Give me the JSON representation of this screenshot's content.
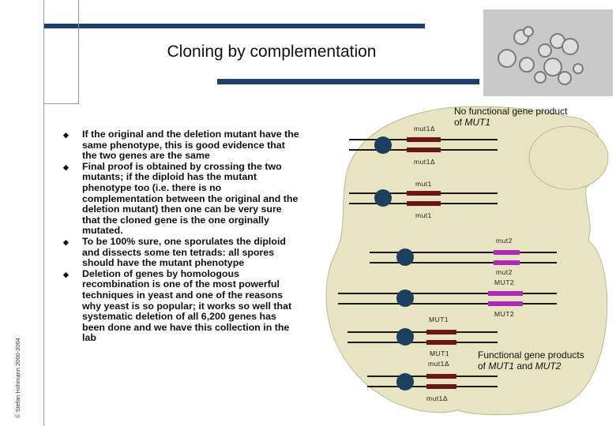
{
  "title": "Cloning by complementation",
  "copyright": "© Stefan Hohmann 2000-2004",
  "bullets": [
    "If the original and the deletion mutant have the same phenotype, this is good evidence that the two genes are the same",
    "Final proof is obtained by crossing the two mutants; if the diploid has the mutant phenotype too (i.e. there is no complementation between the original and the deletion mutant) then one can be very sure that the cloned gene is the one orginally mutated.",
    "To be 100% sure, one sporulates the diploid and dissects some ten tetrads: all spores should have the mutant phenotype",
    "Deletion of genes by homologous recombination is one of the most powerful techniques in yeast and one of the reasons why yeast is so popular; it works so well that systematic deletion of all 6,200 genes has been done and we have this collection in the lab"
  ],
  "annotations": {
    "top_line1": "No functional gene product",
    "top_line2_prefix": "of ",
    "top_line2_gene": "MUT1",
    "bottom_line1": "Functional gene products",
    "bottom_line2_prefix": "of ",
    "bottom_gene1": "MUT1",
    "bottom_and": " and ",
    "bottom_gene2": "MUT2"
  },
  "gene_labels": {
    "top1": "mut1Δ",
    "top2": "mut1Δ",
    "top3": "mut1",
    "top4": "mut1",
    "right1": "mut2",
    "right2": "mut2",
    "right3": "MUT2",
    "right4": "MUT2",
    "mid1": "MUT1",
    "mid2": "MUT1",
    "mid3": "mut1Δ",
    "bottom": "mut1Δ"
  },
  "colors": {
    "cell_fill": "#e8e3c0",
    "cell_stroke": "#bdb894",
    "centromere": "#1b3f5c",
    "gene_mut1": "#6b1616",
    "gene_mut2": "#b028b8",
    "chromosome_line": "#1a1a1a",
    "accent_bar": "#1f3f6b"
  }
}
